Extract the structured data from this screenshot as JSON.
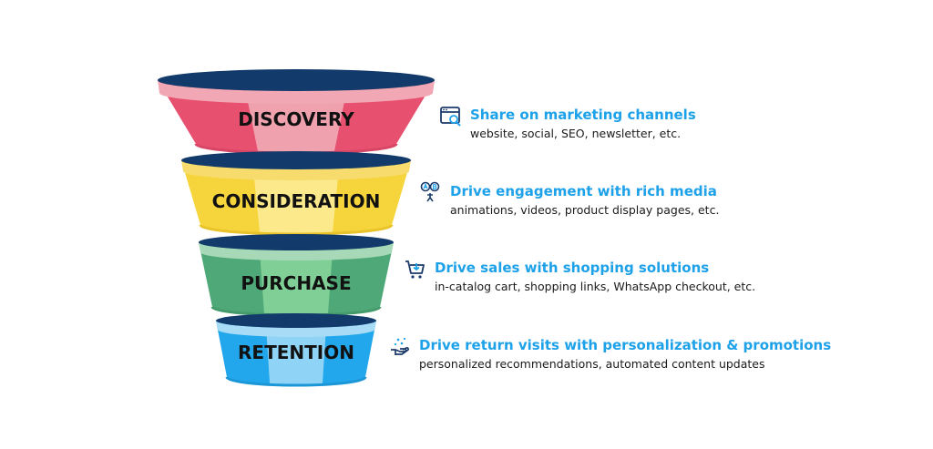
{
  "funnel": {
    "stages": [
      {
        "label": "DISCOVERY",
        "colors": {
          "top": "#123a6b",
          "band": "#f2a7b4",
          "side": "#e8506f",
          "center": "#f0a1ae",
          "bottom": "#d84666"
        },
        "icon": "browser-search-icon",
        "heading": "Share on marketing channels",
        "sub": "website, social, SEO, newsletter, etc."
      },
      {
        "label": "CONSIDERATION",
        "colors": {
          "top": "#123a6b",
          "band": "#f7dc6d",
          "side": "#f6d43c",
          "center": "#fbe98c",
          "bottom": "#e9c32a"
        },
        "icon": "ab-test-icon",
        "heading": "Drive engagement with rich media",
        "sub": "animations, videos, product display pages, etc."
      },
      {
        "label": "PURCHASE",
        "colors": {
          "top": "#123a6b",
          "band": "#a7d9b8",
          "side": "#4fa877",
          "center": "#7fcf96",
          "bottom": "#449a6b"
        },
        "icon": "shopping-cart-icon",
        "heading": "Drive sales with shopping solutions",
        "sub": "in-catalog cart, shopping links, WhatsApp checkout, etc."
      },
      {
        "label": "RETENTION",
        "colors": {
          "top": "#123a6b",
          "band": "#a8dcf6",
          "side": "#22a7ec",
          "center": "#8fd3f7",
          "bottom": "#1b97d8"
        },
        "icon": "hand-sparkle-icon",
        "heading": "Drive return visits with personalization & promotions",
        "sub": "personalized recommendations, automated content updates"
      }
    ]
  },
  "colors": {
    "accent": "#1da1e8",
    "icon_stroke": "#1b3a6b",
    "text": "#1a1a1a"
  }
}
